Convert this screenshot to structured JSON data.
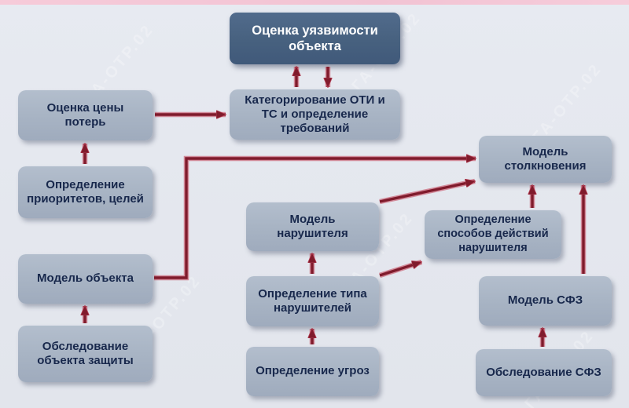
{
  "diagram": {
    "watermark": "ГА-ОТР.02",
    "colors": {
      "background": "#e4e7ee",
      "top_strip": "#f2c3d3",
      "primary_box": "#47617f",
      "secondary_box": "#a8b4c4",
      "arrow": "#801b2c",
      "text_dark": "#18284c",
      "text_light": "#ffffff"
    },
    "nodes": [
      {
        "id": "vulnerability-assessment",
        "label": "Оценка уязвимости объекта",
        "type": "primary"
      },
      {
        "id": "categorization-oti-ts",
        "label": "Категорирование ОТИ и ТС и определение требований",
        "type": "secondary"
      },
      {
        "id": "loss-cost-assessment",
        "label": "Оценка цены потерь",
        "type": "secondary"
      },
      {
        "id": "priorities-goals",
        "label": "Определение приоритетов, целей",
        "type": "secondary"
      },
      {
        "id": "object-model",
        "label": "Модель объекта",
        "type": "secondary"
      },
      {
        "id": "protected-object-survey",
        "label": "Обследование объекта защиты",
        "type": "secondary"
      },
      {
        "id": "intruder-model",
        "label": "Модель нарушителя",
        "type": "secondary"
      },
      {
        "id": "intruder-type-determination",
        "label": "Определение типа нарушителей",
        "type": "secondary"
      },
      {
        "id": "threat-determination",
        "label": "Определение угроз",
        "type": "secondary"
      },
      {
        "id": "collision-model",
        "label": "Модель столкновения",
        "type": "secondary"
      },
      {
        "id": "intruder-action-methods",
        "label": "Определение способов действий нарушителя",
        "type": "secondary"
      },
      {
        "id": "sfz-model",
        "label": "Модель СФЗ",
        "type": "secondary"
      },
      {
        "id": "sfz-survey",
        "label": "Обследование СФЗ",
        "type": "secondary"
      }
    ],
    "edges": [
      {
        "from": "protected-object-survey",
        "to": "object-model"
      },
      {
        "from": "priorities-goals",
        "to": "loss-cost-assessment"
      },
      {
        "from": "loss-cost-assessment",
        "to": "categorization-oti-ts"
      },
      {
        "from": "categorization-oti-ts",
        "to": "vulnerability-assessment"
      },
      {
        "from": "vulnerability-assessment",
        "to": "categorization-oti-ts"
      },
      {
        "from": "threat-determination",
        "to": "intruder-type-determination"
      },
      {
        "from": "intruder-type-determination",
        "to": "intruder-model"
      },
      {
        "from": "intruder-type-determination",
        "to": "intruder-action-methods"
      },
      {
        "from": "intruder-model",
        "to": "collision-model"
      },
      {
        "from": "object-model",
        "to": "collision-model"
      },
      {
        "from": "intruder-action-methods",
        "to": "collision-model"
      },
      {
        "from": "sfz-model",
        "to": "collision-model"
      },
      {
        "from": "sfz-survey",
        "to": "sfz-model"
      }
    ]
  }
}
